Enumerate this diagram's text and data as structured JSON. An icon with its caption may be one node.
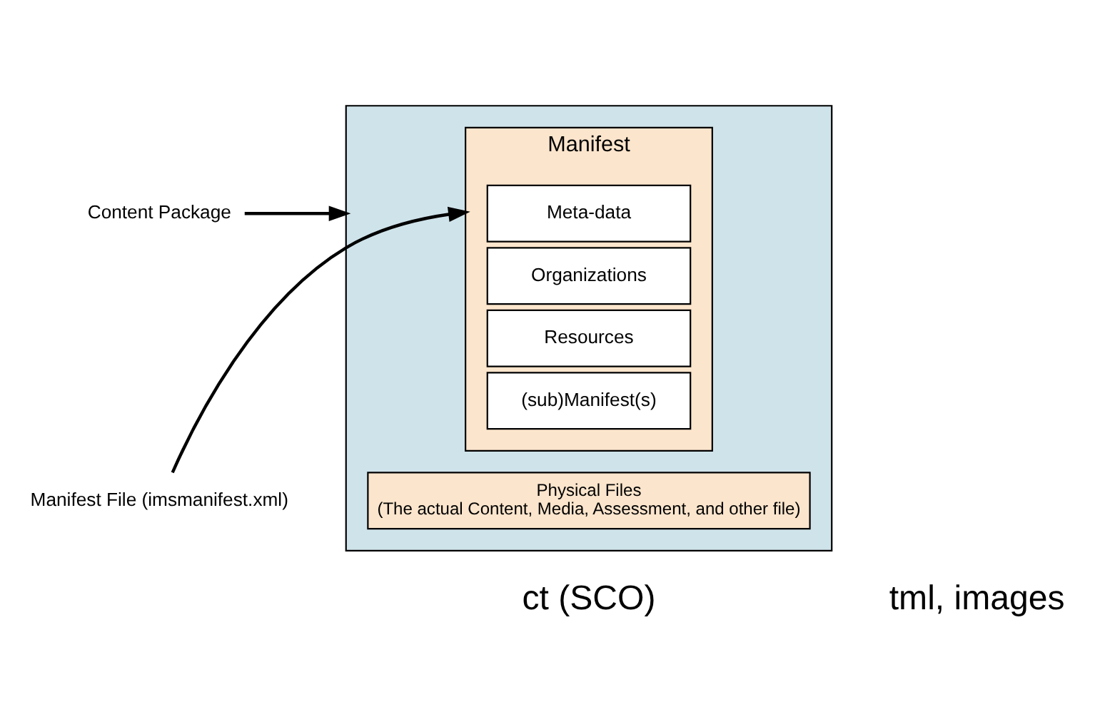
{
  "diagram": {
    "nodes": [
      {
        "text": [
          "Content Package"
        ]
      },
      {
        "text": [
          "Manifest File (imsmanifest.xml)"
        ]
      },
      {
        "text": [],
        "shape": "box"
      },
      {
        "text": [
          "Manifest"
        ],
        "in": 2
      },
      {
        "text": [
          "Meta-data"
        ],
        "in": 3
      },
      {
        "text": [
          "Organizations"
        ],
        "in": 3
      },
      {
        "text": [
          "Resources"
        ],
        "in": 3
      },
      {
        "text": [
          "(sub)Manifest(s)"
        ],
        "in": 3
      },
      {
        "text": [
          "Physical Files",
          "(The actual Content, Media, Assessment, and other file)"
        ],
        "in": 2
      }
    ],
    "edges": [
      {
        "from": 0,
        "to": 2,
        "arrow": "to"
      },
      {
        "from": 1,
        "to": 3,
        "arrow": "to"
      }
    ],
    "labels": [
      "ct (SCO)",
      "tml, images"
    ]
  }
}
